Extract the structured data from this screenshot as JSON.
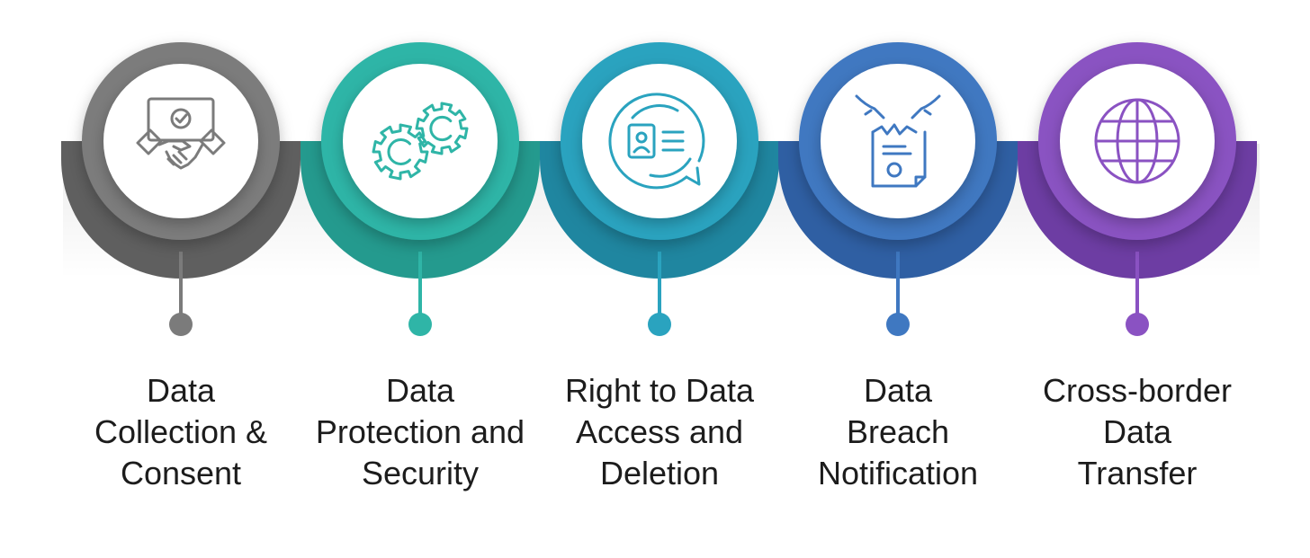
{
  "steps": [
    {
      "lines": [
        "Data",
        "Collection &",
        "Consent"
      ],
      "color": "#7b7b7b",
      "color_dark": "#5f5f5f",
      "icon": "handshake-icon"
    },
    {
      "lines": [
        "Data",
        "Protection and",
        "Security"
      ],
      "color": "#2fb5a7",
      "color_dark": "#249a8e",
      "icon": "gears-icon"
    },
    {
      "lines": [
        "Right to Data",
        "Access and",
        "Deletion"
      ],
      "color": "#2aa3bf",
      "color_dark": "#1f86a0",
      "icon": "id-chat-icon"
    },
    {
      "lines": [
        "Data",
        "Breach",
        "Notification"
      ],
      "color": "#3f78c1",
      "color_dark": "#2f5fa3",
      "icon": "torn-document-icon"
    },
    {
      "lines": [
        "Cross-border",
        "Data",
        "Transfer"
      ],
      "color": "#8a52c2",
      "color_dark": "#6d3da3",
      "icon": "globe-icon"
    }
  ]
}
